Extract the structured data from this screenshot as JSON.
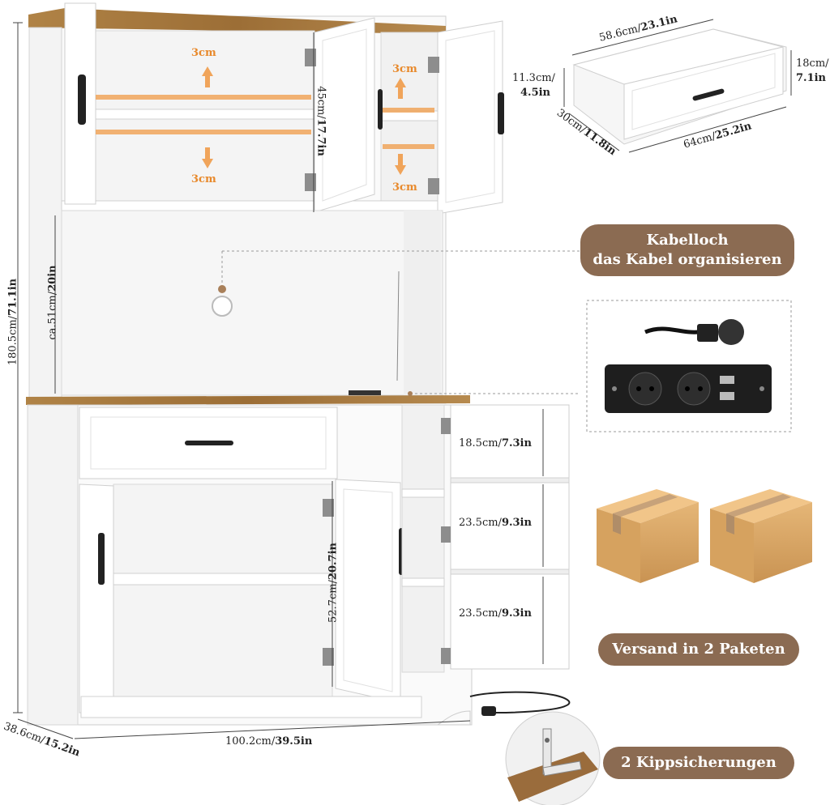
{
  "colors": {
    "accent": "#8b6b52",
    "highlight": "#e8892b",
    "wood": "#a8783e",
    "panel": "#ffffff",
    "line": "#333333"
  },
  "top_section": {
    "adjust_label_1": "3cm",
    "adjust_label_2": "3cm",
    "adjust_label_3": "3cm",
    "adjust_label_4": "3cm",
    "height_label_cm": "45cm/",
    "height_label_in": "17.7in"
  },
  "middle_section": {
    "height_label_cm": "ca.51cm/",
    "height_label_in": "20in"
  },
  "overall": {
    "height_cm": "180.5cm/",
    "height_in": "71.1in",
    "depth_cm": "38.6cm/",
    "depth_in": "15.2in",
    "width_cm": "100.2cm/",
    "width_in": "39.5in"
  },
  "lower_section": {
    "cabinet_height_cm": "52.7cm/",
    "cabinet_height_in": "20.7in",
    "shelf1_cm": "18.5cm/",
    "shelf1_in": "7.3in",
    "shelf2_cm": "23.5cm/",
    "shelf2_in": "9.3in",
    "shelf3_cm": "23.5cm/",
    "shelf3_in": "9.3in"
  },
  "drawer": {
    "width_top_cm": "58.6cm/",
    "width_top_in": "23.1in",
    "inner_height_cm": "11.3cm/",
    "inner_height_in": "4.5in",
    "outer_height_cm": "18cm/",
    "outer_height_in": "7.1in",
    "depth_cm": "30cm/",
    "depth_in": "11.8in",
    "width_bottom_cm": "64cm/",
    "width_bottom_in": "25.2in"
  },
  "features": {
    "cable_hole_line1": "Kabelloch",
    "cable_hole_line2": "das Kabel organisieren",
    "shipping": "Versand in 2 Paketen",
    "anti_tip": "2 Kippsicherungen"
  },
  "icons": [
    "arrow-up-icon",
    "arrow-down-icon",
    "power-plug-icon",
    "power-strip-icon",
    "usb-port-icon",
    "box-icon",
    "anti-tip-bracket-icon"
  ]
}
